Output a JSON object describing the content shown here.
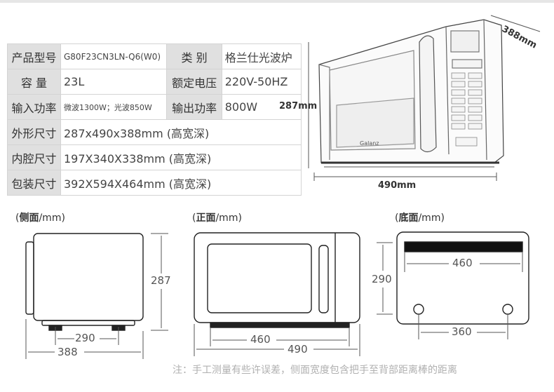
{
  "specs": {
    "rows": [
      {
        "k1": "产品型号",
        "v1": "G80F23CN3LN-Q6(W0)",
        "k2": "类 别",
        "v2": "格兰仕光波炉"
      },
      {
        "k1": "容 量",
        "v1": "23L",
        "k2": "额定电压",
        "v2": "220V-50HZ"
      },
      {
        "k1": "输入功率",
        "v1": "微波1300W；光波850W",
        "k2": "输出功率",
        "v2": "800W"
      }
    ],
    "wide_rows": [
      {
        "k": "外形尺寸",
        "v": "287x490x388mm (高宽深)"
      },
      {
        "k": "内腔尺寸",
        "v": "197X340X338mm (高宽深)"
      },
      {
        "k": "包装尺寸",
        "v": "392X594X464mm (高宽深)"
      }
    ]
  },
  "photo": {
    "brand": "Galanz",
    "depth": "388mm",
    "height": "287mm",
    "width": "490mm"
  },
  "views": {
    "side": {
      "title": "侧面",
      "unit": "/mm",
      "height": "287",
      "foot": "290",
      "depth": "388"
    },
    "front": {
      "title": "正面",
      "unit": "/mm",
      "foot": "460",
      "width": "490"
    },
    "bottom": {
      "title": "底面",
      "unit": "/mm",
      "bar": "460",
      "depth": "290",
      "feet": "360"
    }
  },
  "note": "注：手工测量有些许误差，侧面宽度包含把手至背部距离棒的距离"
}
